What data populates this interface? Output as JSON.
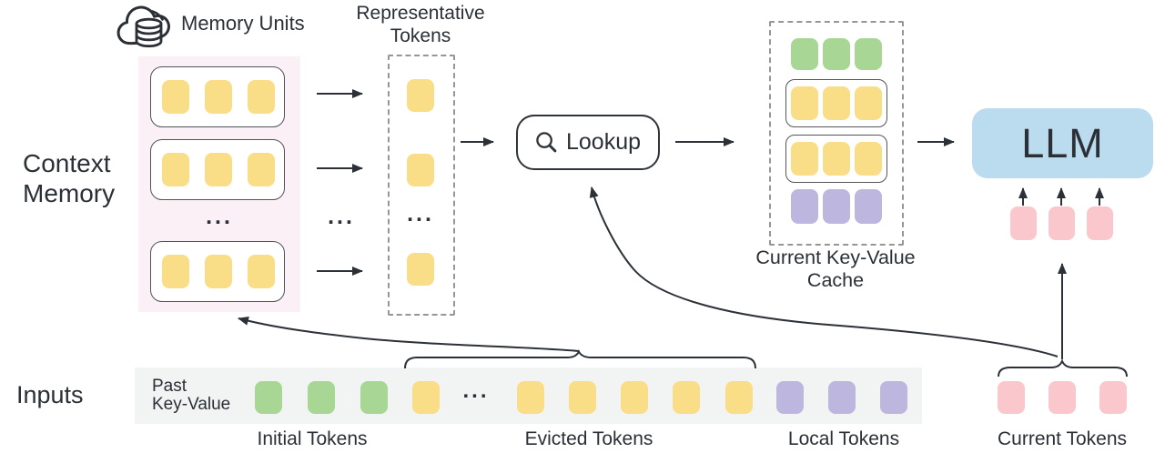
{
  "colors": {
    "token_yellow": "#FADD87",
    "token_green": "#A8D795",
    "token_purple": "#BDB6DE",
    "token_pink": "#FAC7CC",
    "memory_bg": "#FAF0F6",
    "strip_bg": "#F2F4F3",
    "llm_bg": "#BBDCEE",
    "ink": "#2B3036"
  },
  "labels": {
    "context_memory": "Context\nMemory",
    "memory_units": "Memory Units",
    "representative_tokens": "Representative\nTokens",
    "lookup": "Lookup",
    "current_kv_cache": "Current Key-Value\nCache",
    "llm": "LLM",
    "inputs": "Inputs",
    "past_key_value": "Past\nKey-Value",
    "initial_tokens": "Initial Tokens",
    "evicted_tokens": "Evicted Tokens",
    "local_tokens": "Local Tokens",
    "current_tokens": "Current Tokens",
    "ellipsis": "..."
  }
}
